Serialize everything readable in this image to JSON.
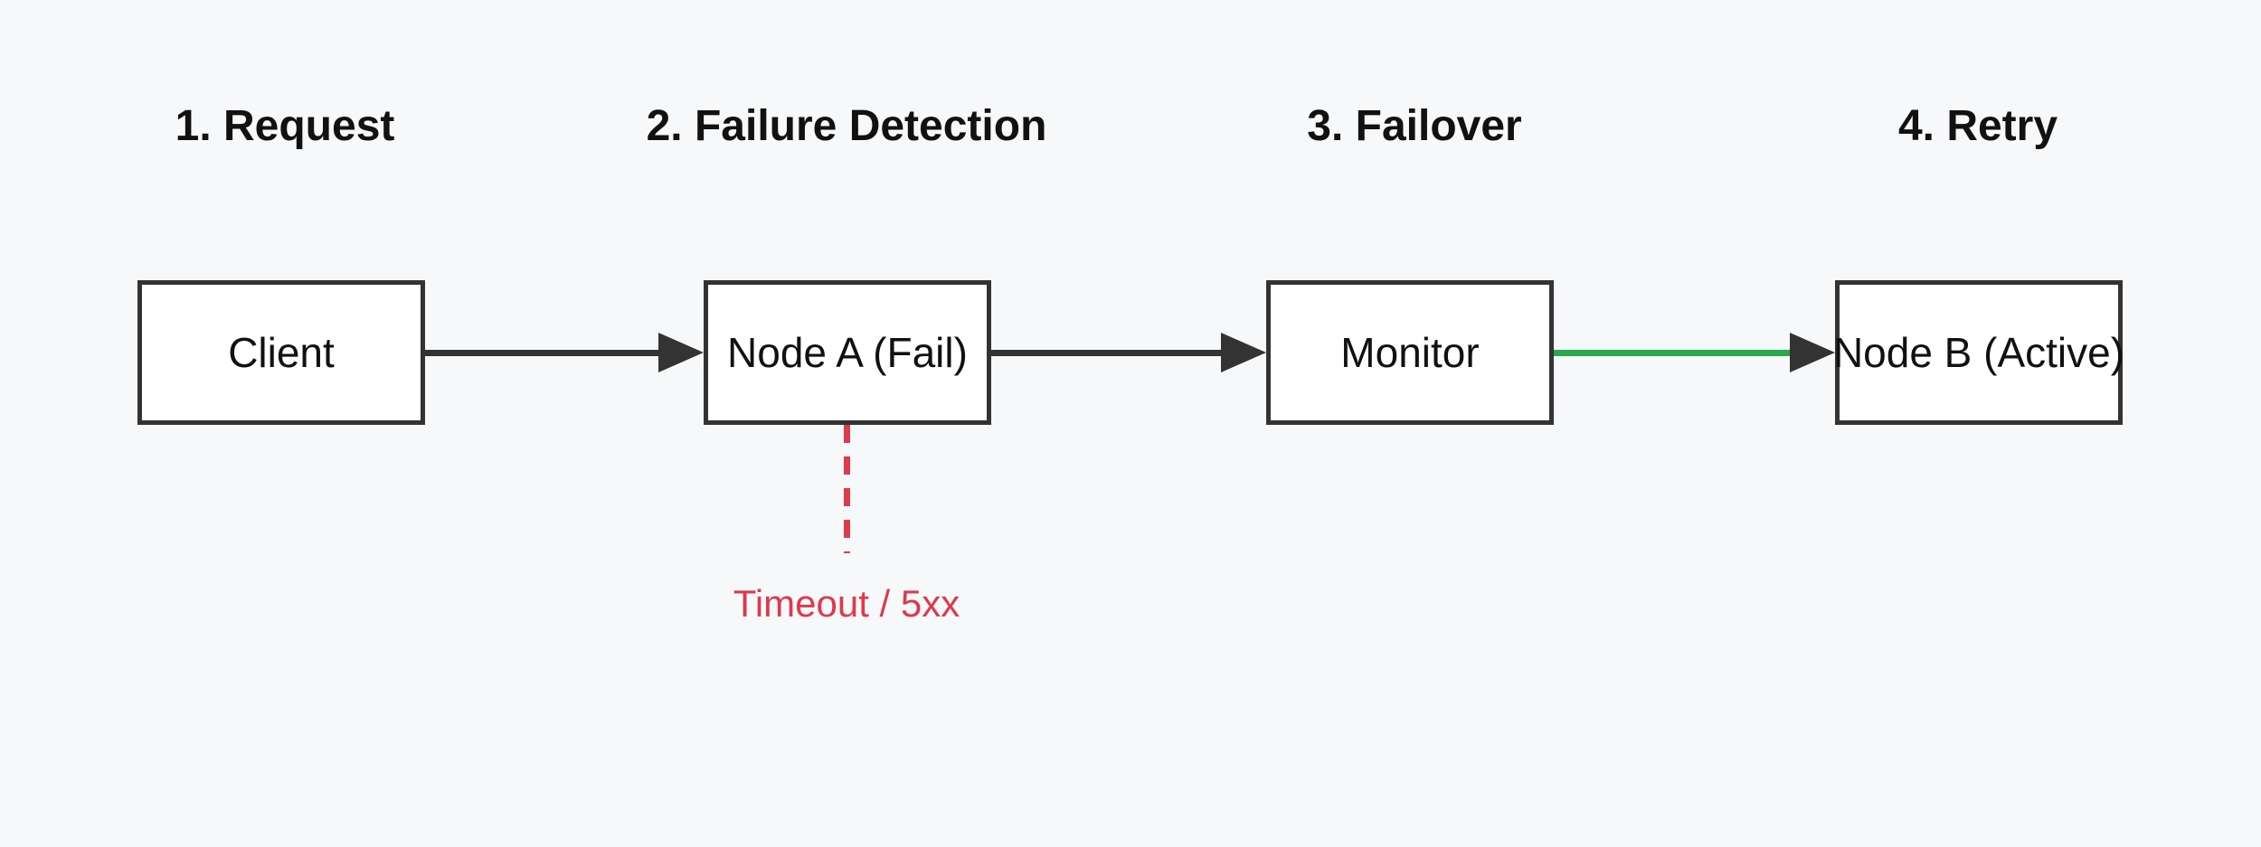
{
  "diagram": {
    "title_hidden": "",
    "stages": [
      {
        "label": "1. Request"
      },
      {
        "label": "2. Failure Detection"
      },
      {
        "label": "3. Failover"
      },
      {
        "label": "4. Retry"
      }
    ],
    "nodes": [
      {
        "label": "Client"
      },
      {
        "label": "Node A (Fail)"
      },
      {
        "label": "Monitor"
      },
      {
        "label": "Node B (Active)"
      }
    ],
    "annotation": {
      "label": "Timeout / 5xx"
    }
  },
  "colors": {
    "background": "#f7f8f9",
    "node_fill": "#ffffff",
    "node_border": "#333333",
    "arrow": "#333333",
    "success": "#2aa94a",
    "failure": "#dd3a4d",
    "text": "#111111"
  }
}
